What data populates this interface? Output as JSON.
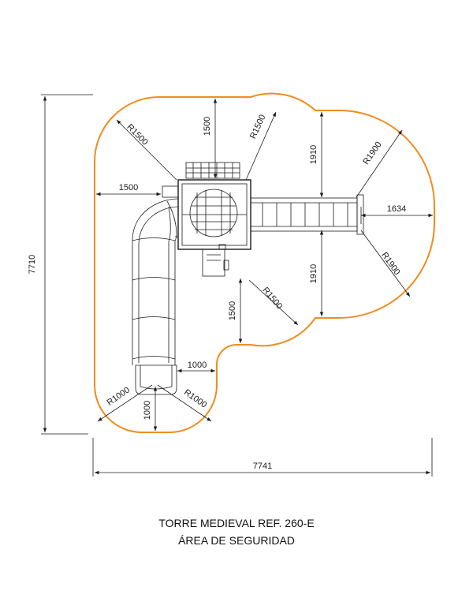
{
  "title": "TORRE MEDIEVAL REF. 260-E",
  "subtitle": "ÁREA DE SEGURIDAD",
  "colors": {
    "safety_area": "#f08c1e",
    "lines": "#1a1a1a"
  },
  "dimensions": {
    "total_height": "7710",
    "total_width": "7741",
    "r1500_top_left": "R1500",
    "r1500_top_right": "R1500",
    "top_1500": "1500",
    "left_1500": "1500",
    "upper_1910": "1910",
    "lower_1910": "1910",
    "r1900_upper": "R1900",
    "r1900_lower": "R1900",
    "right_1634": "1634",
    "middle_1500": "1500",
    "r1500_middle": "R1500",
    "slide_1000": "1000",
    "r1000_left": "R1000",
    "r1000_right": "R1000",
    "bottom_1000": "1000"
  }
}
